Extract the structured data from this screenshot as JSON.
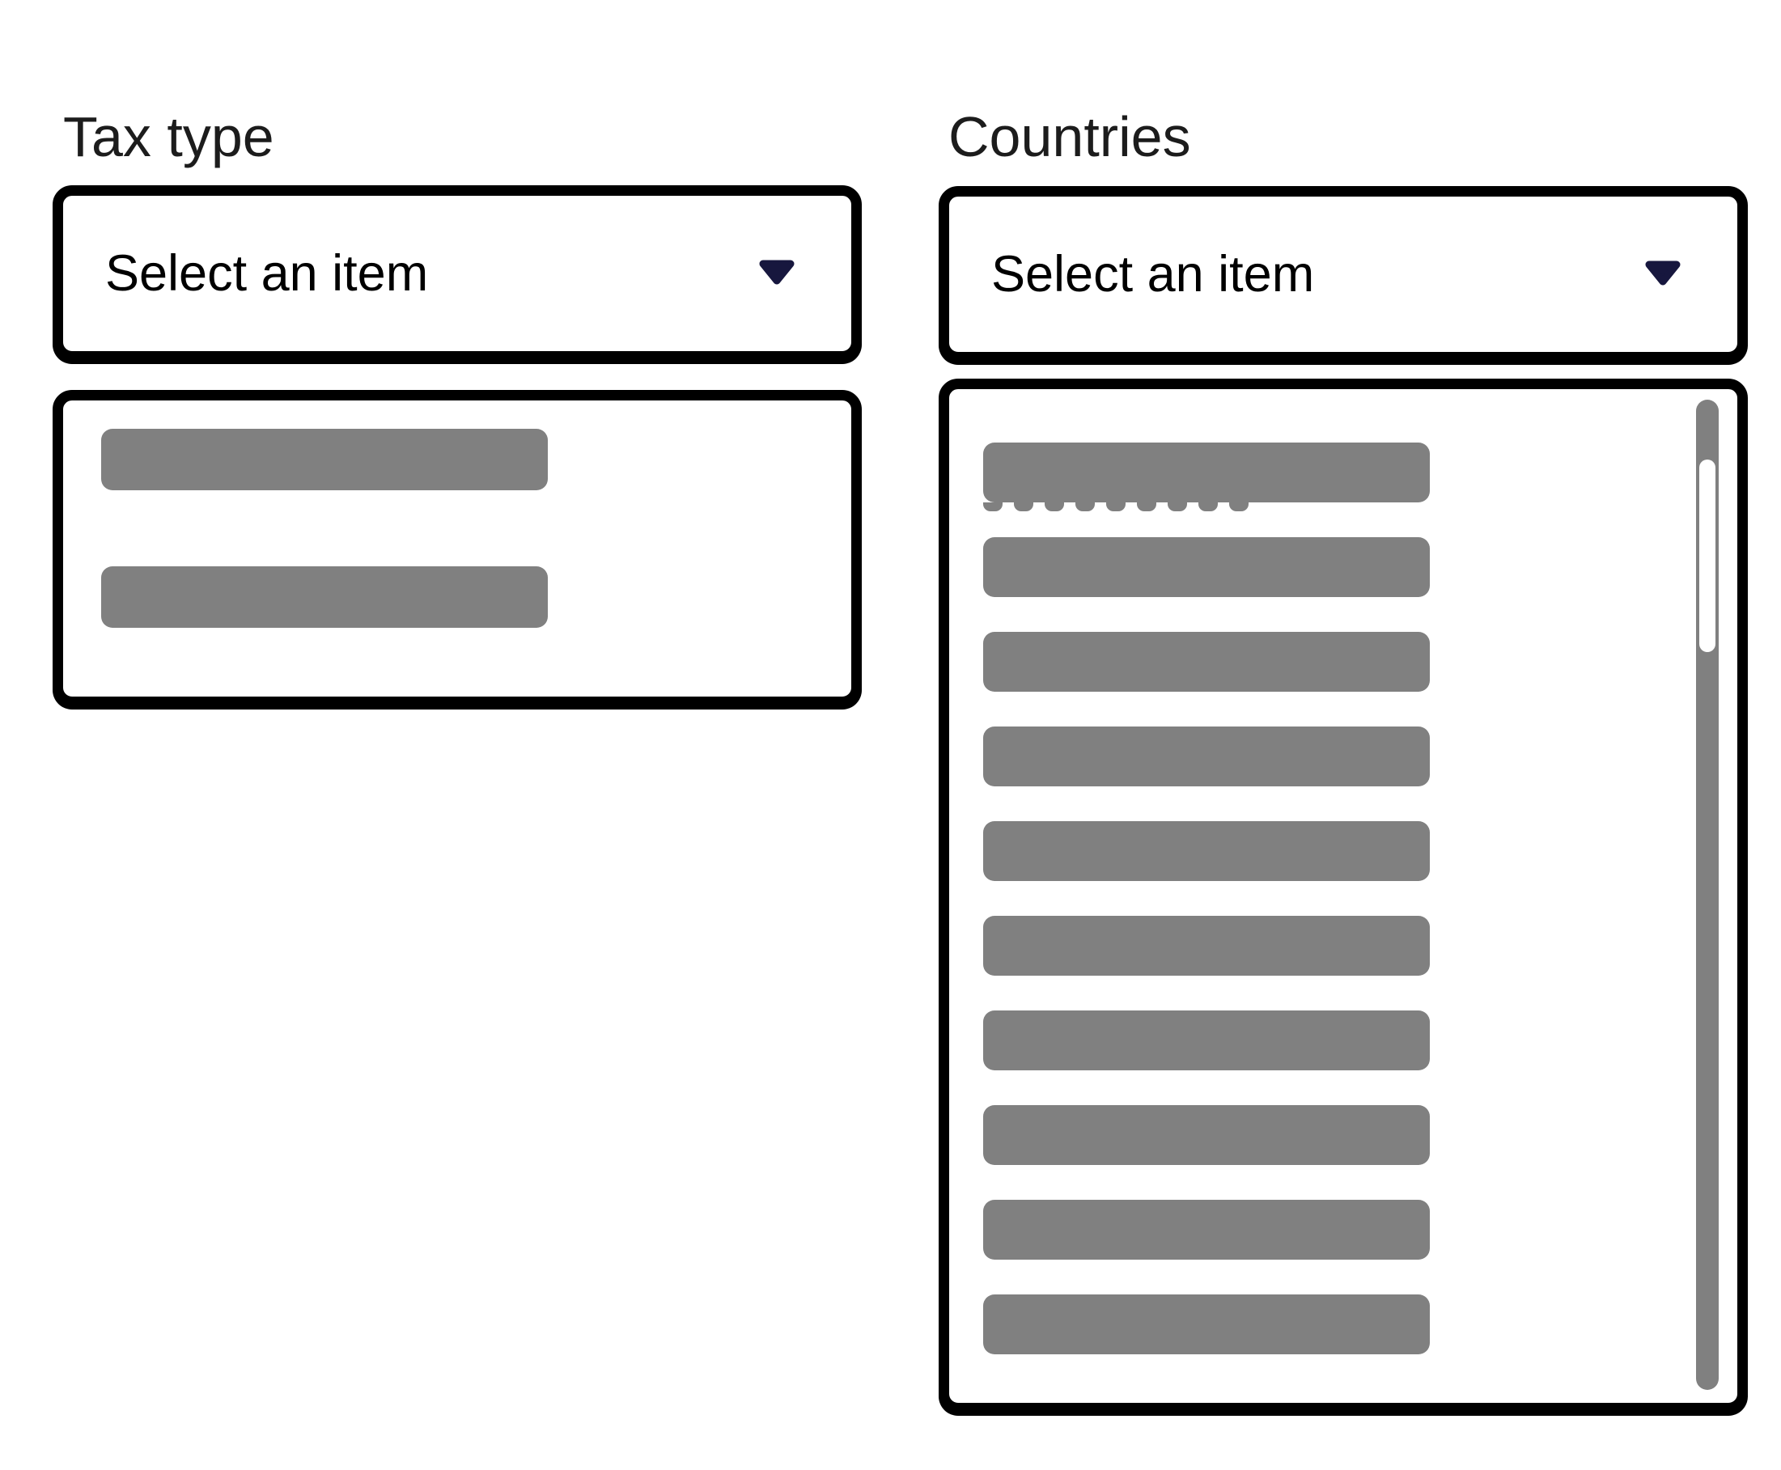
{
  "sections": {
    "tax": {
      "label": "Tax type",
      "dropdown": {
        "placeholder": "Select an item"
      },
      "list": {
        "placeholder_items": 2
      }
    },
    "countries": {
      "label": "Countries",
      "dropdown": {
        "placeholder": "Select an item"
      },
      "list": {
        "placeholder_items": 10,
        "ghost_glyph_bumps": 9,
        "has_scrollbar": true
      }
    }
  },
  "colors": {
    "background": "#ffffff",
    "border": "#000000",
    "label_text": "#1c1c1c",
    "value_text": "#000000",
    "chevron": "#17173e",
    "placeholder_bar": "#808080",
    "scroll_track": "#808080",
    "scroll_thumb": "#ffffff"
  }
}
